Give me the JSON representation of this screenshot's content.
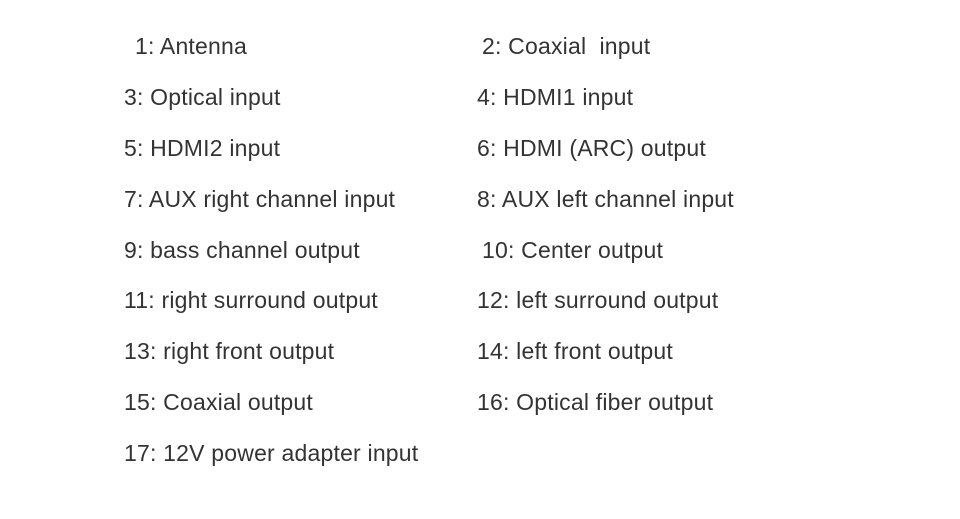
{
  "page": {
    "background_color": "#ffffff",
    "text_color": "#333333"
  },
  "legend": {
    "items": [
      {
        "number": "1",
        "label": "Antenna",
        "text": "1: Antenna"
      },
      {
        "number": "2",
        "label": "Coaxial input",
        "text": "2: Coaxial  input"
      },
      {
        "number": "3",
        "label": "Optical input",
        "text": "3: Optical input"
      },
      {
        "number": "4",
        "label": "HDMI1 input",
        "text": "4: HDMI1 input"
      },
      {
        "number": "5",
        "label": "HDMI2 input",
        "text": "5: HDMI2 input"
      },
      {
        "number": "6",
        "label": "HDMI (ARC) output",
        "text": "6: HDMI (ARC) output"
      },
      {
        "number": "7",
        "label": "AUX right channel input",
        "text": "7: AUX right channel input"
      },
      {
        "number": "8",
        "label": "AUX left channel input",
        "text": "8: AUX left channel input"
      },
      {
        "number": "9",
        "label": "bass channel output",
        "text": "9: bass channel output"
      },
      {
        "number": "10",
        "label": "Center output",
        "text": "10: Center output"
      },
      {
        "number": "11",
        "label": "right surround output",
        "text": "11: right surround output"
      },
      {
        "number": "12",
        "label": "left surround output",
        "text": "12: left surround output"
      },
      {
        "number": "13",
        "label": "right front output",
        "text": "13: right front output"
      },
      {
        "number": "14",
        "label": "left front output",
        "text": "14: left front output"
      },
      {
        "number": "15",
        "label": "Coaxial output",
        "text": "15: Coaxial output"
      },
      {
        "number": "16",
        "label": "Optical fiber output",
        "text": "16: Optical fiber output"
      },
      {
        "number": "17",
        "label": "12V power adapter input",
        "text": "17: 12V power adapter input"
      }
    ]
  }
}
